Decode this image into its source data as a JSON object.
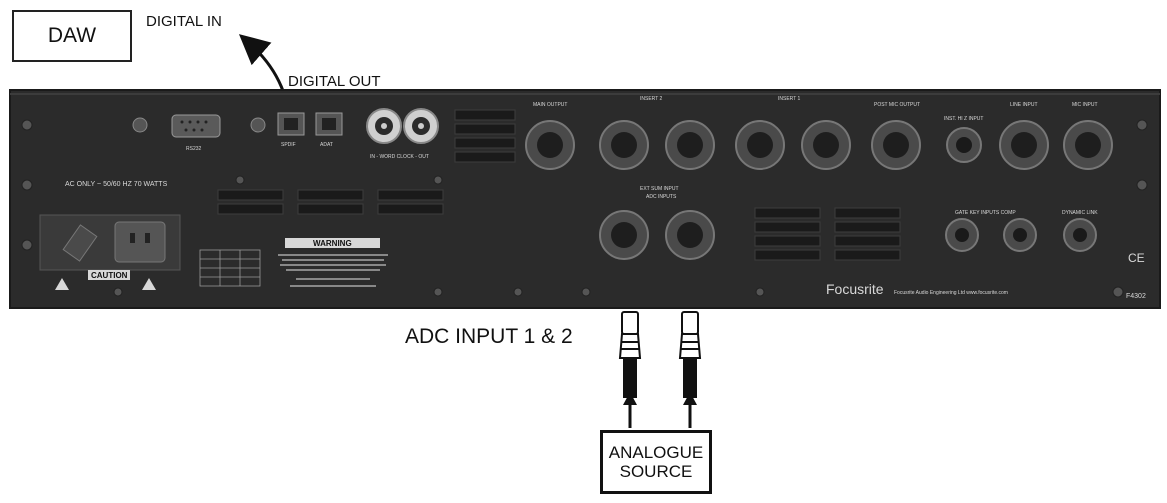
{
  "labels": {
    "daw": "DAW",
    "digital_in": "DIGITAL IN",
    "digital_out": "DIGITAL OUT",
    "adc_input": "ADC INPUT 1 & 2",
    "analogue_source_line1": "ANALOGUE",
    "analogue_source_line2": "SOURCE"
  },
  "panel": {
    "brand": "Focusrite",
    "brand_sub": "Focusrite Audio Engineering Ltd   www.focusrite.com",
    "model": "F4302",
    "ce_mark": "CE",
    "warning_title": "WARNING",
    "caution_title": "CAUTION",
    "ac_rating": "AC ONLY ~ 50/60 HZ 70 WATTS",
    "connector_labels": {
      "main_output": "MAIN OUTPUT",
      "insert_2": "INSERT 2",
      "insert_1": "INSERT 1",
      "post_mic_output": "POST MIC OUTPUT",
      "inst_di_input": "INST. HI Z INPUT",
      "line_input": "LINE INPUT",
      "mic_input": "MIC INPUT",
      "ext_sum_input": "EXT SUM  INPUT",
      "adc_inputs": "ADC INPUTS",
      "word_clock": "IN - WORD CLOCK - OUT",
      "spdif": "SPDIF",
      "adat": "ADAT",
      "rs232": "RS232",
      "dynamic_link": "DYNAMIC LINK",
      "gate_comp": "GATE  KEY INPUTS  COMP"
    }
  },
  "colors": {
    "panel": "#2b2b2b",
    "panel_edge": "#1a1a1a",
    "connector": "#4a4a4a",
    "line": "#111111"
  }
}
